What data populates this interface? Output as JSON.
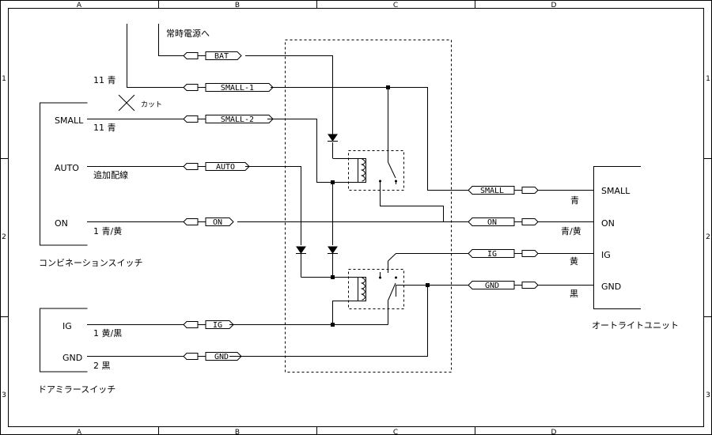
{
  "frame": {
    "columns": [
      "A",
      "B",
      "C",
      "D"
    ],
    "rows": [
      "1",
      "2",
      "3"
    ]
  },
  "combination_switch": {
    "title": "コンビネーションスイッチ",
    "terminals": [
      "SMALL",
      "AUTO",
      "ON"
    ]
  },
  "door_mirror_switch": {
    "title": "ドアミラースイッチ",
    "terminals": [
      "IG",
      "GND"
    ]
  },
  "auto_light_unit": {
    "title": "オートライトユニット",
    "terminals": [
      "SMALL",
      "ON",
      "IG",
      "GND"
    ]
  },
  "annotations": {
    "constant_power": "常時電源へ",
    "cut": "カット",
    "wire_11_upper": "11 青",
    "wire_11_lower": "11 青",
    "additional_wiring": "追加配線",
    "wire_1_on": "1 青/黄",
    "wire_1_ig": "1 黄/黒",
    "wire_2_gnd": "2 黒"
  },
  "left_connectors": [
    "BAT",
    "SMALL-1",
    "SMALL-2",
    "AUTO",
    "ON",
    "IG",
    "GND"
  ],
  "right_connectors": [
    "SMALL",
    "ON",
    "IG",
    "GND"
  ],
  "right_wire_colors": [
    "青",
    "青/黄",
    "黄",
    "黒"
  ]
}
